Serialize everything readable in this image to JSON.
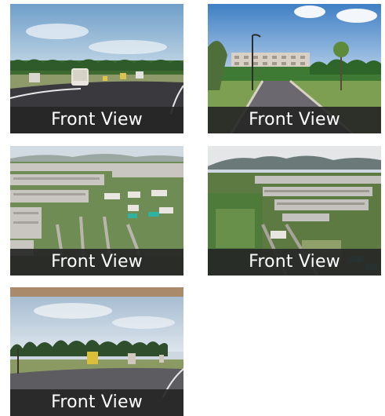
{
  "gallery": {
    "items": [
      {
        "caption": "Front View",
        "scene": "entrance-road-with-signboard"
      },
      {
        "caption": "Front View",
        "scene": "paved-road-with-apartments"
      },
      {
        "caption": "Front View",
        "scene": "aerial-township-view"
      },
      {
        "caption": "Front View",
        "scene": "aerial-township-with-hills"
      },
      {
        "caption": "Front View",
        "scene": "site-plots-with-trees"
      }
    ]
  }
}
